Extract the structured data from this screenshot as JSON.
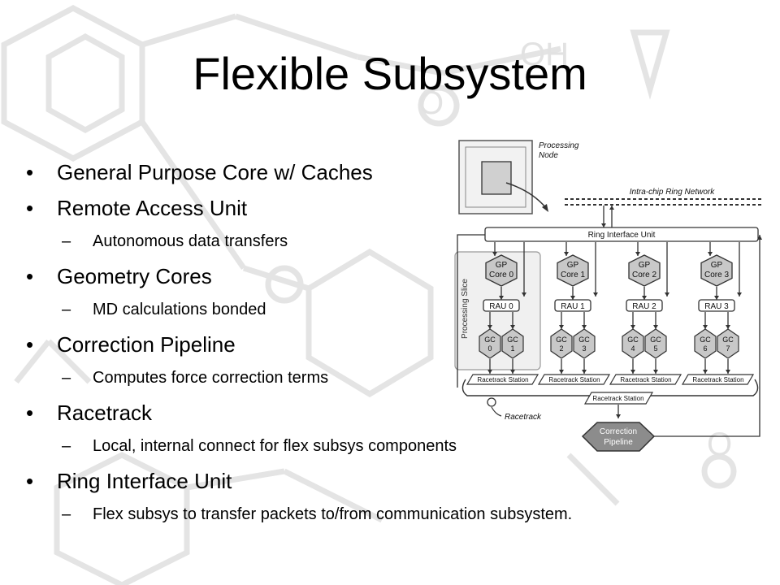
{
  "slide": {
    "title": "Flexible Subsystem",
    "bullet_glyph": "•",
    "dash_glyph": "–",
    "bullets": [
      {
        "text": "General Purpose Core w/ Caches",
        "sub": []
      },
      {
        "text": "Remote Access Unit",
        "sub": [
          "Autonomous data transfers"
        ]
      },
      {
        "text": "Geometry Cores",
        "sub": [
          "MD calculations bonded"
        ]
      },
      {
        "text": "Correction Pipeline",
        "sub": [
          "Computes force correction terms"
        ]
      },
      {
        "text": "Racetrack",
        "sub": [
          "Local, internal connect for flex subsys components"
        ]
      },
      {
        "text": "Ring Interface Unit",
        "sub": [
          "Flex subsys to transfer packets to/from communication subsystem."
        ]
      }
    ]
  },
  "diagram": {
    "processing_node_label": [
      "Processing",
      "Node"
    ],
    "ring_network_label": "Intra-chip Ring Network",
    "ring_interface_label": "Ring Interface Unit",
    "processing_slice_label": "Processing Slice",
    "slices": [
      {
        "gp": [
          "GP",
          "Core 0"
        ],
        "rau": "RAU 0",
        "gc": [
          [
            "GC",
            "0"
          ],
          [
            "GC",
            "1"
          ]
        ],
        "station": "Racetrack Station"
      },
      {
        "gp": [
          "GP",
          "Core 1"
        ],
        "rau": "RAU 1",
        "gc": [
          [
            "GC",
            "2"
          ],
          [
            "GC",
            "3"
          ]
        ],
        "station": "Racetrack Station"
      },
      {
        "gp": [
          "GP",
          "Core 2"
        ],
        "rau": "RAU 2",
        "gc": [
          [
            "GC",
            "4"
          ],
          [
            "GC",
            "5"
          ]
        ],
        "station": "Racetrack Station"
      },
      {
        "gp": [
          "GP",
          "Core 3"
        ],
        "rau": "RAU 3",
        "gc": [
          [
            "GC",
            "6"
          ],
          [
            "GC",
            "7"
          ]
        ],
        "station": "Racetrack Station"
      }
    ],
    "center_station_label": "Racetrack Station",
    "racetrack_label": "Racetrack",
    "correction_label": [
      "Correction",
      "Pipeline"
    ]
  },
  "colors": {
    "background": "#ffffff",
    "watermark": "#e6e6e6",
    "diagram_line": "#333333",
    "hexagon_fill": "#c8c8c8",
    "correction_fill": "#8c8c8c",
    "text": "#000000"
  }
}
